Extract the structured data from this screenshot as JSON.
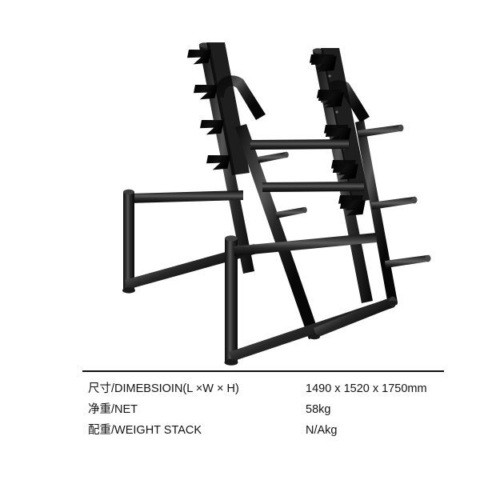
{
  "product": {
    "type": "squat-rack",
    "frame_color": "#1b1b1b",
    "frame_highlight": "#4a4a4a",
    "background": "#ffffff",
    "hook_count_left": 4,
    "hook_count_right": 5,
    "plate_peg_count": 3
  },
  "spec_sheet": {
    "divider_color": "#111111",
    "rows": [
      {
        "label": "尺寸/DIMEBSIOIN(L ×W × H)",
        "value": "1490 x 1520 x 1750mm"
      },
      {
        "label": "净重/NET",
        "value": "58kg"
      },
      {
        "label": "配重/WEIGHT STACK",
        "value": "N/Akg"
      }
    ]
  }
}
